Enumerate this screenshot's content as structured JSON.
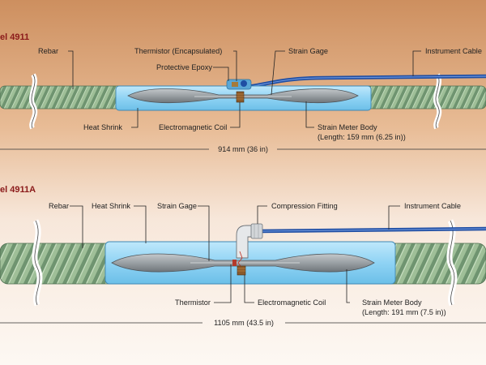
{
  "panel1": {
    "heading": "el 4911",
    "labels": {
      "rebar": "Rebar",
      "thermistor": "Thermistor (Encapsulated)",
      "epoxy": "Protective Epoxy",
      "strain_gage": "Strain Gage",
      "cable": "Instrument Cable",
      "heat_shrink": "Heat Shrink",
      "coil": "Electromagnetic Coil",
      "body": "Strain Meter Body",
      "body_length": "(Length: 159 mm (6.25 in))"
    },
    "dimension": "914 mm (36 in)"
  },
  "panel2": {
    "heading": "el 4911A",
    "labels": {
      "rebar": "Rebar",
      "heat_shrink": "Heat Shrink",
      "strain_gage": "Strain Gage",
      "fitting": "Compression Fitting",
      "cable": "Instrument Cable",
      "thermistor": "Thermistor",
      "coil": "Electromagnetic Coil",
      "body": "Strain Meter Body",
      "body_length": "(Length: 191 mm (7.5 in))"
    },
    "dimension": "1105 mm (43.5 in)"
  },
  "colors": {
    "rebar": "#8fb08a",
    "heat_shrink": "#8fd3f4",
    "cable": "#1f4ea3",
    "meter_body": "#9aa0a4",
    "heading": "#8b1a1a"
  }
}
